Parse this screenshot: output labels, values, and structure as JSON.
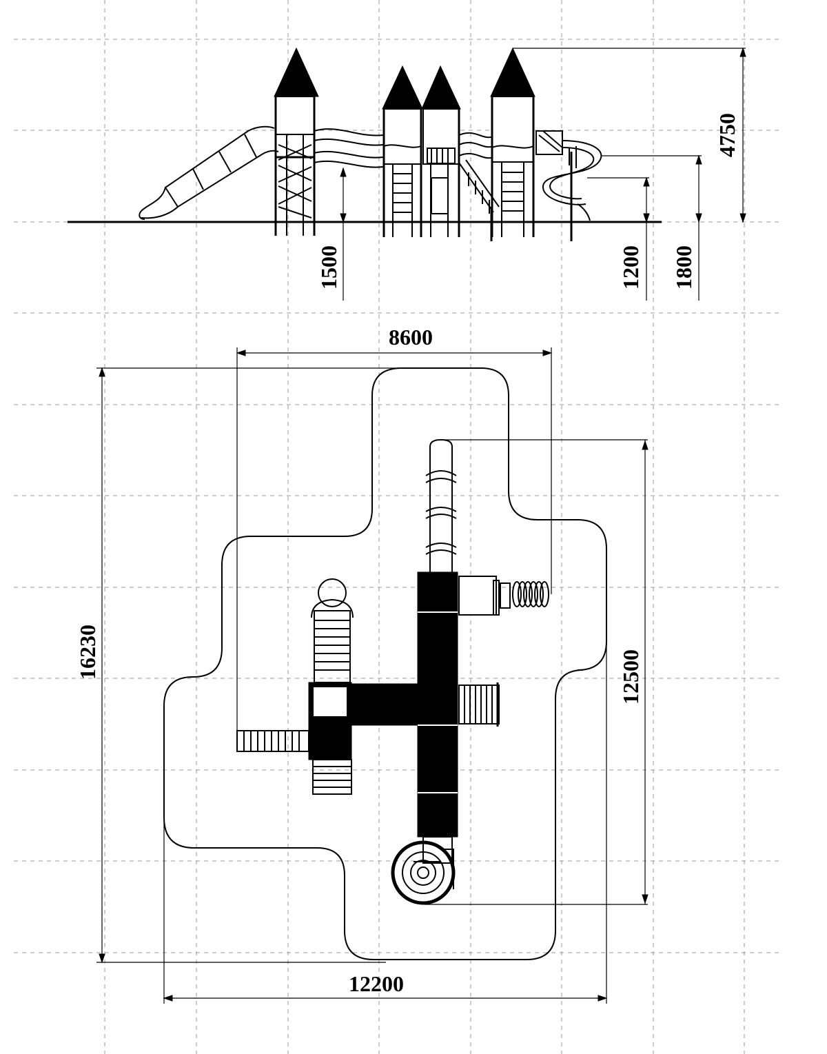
{
  "elevation_view": {
    "total_height": "4750",
    "platform_height_left": "1500",
    "slide_exit_height": "1200",
    "spiral_platform_height": "1800"
  },
  "plan_view": {
    "equipment_width": "8600",
    "safety_zone_height": "16230",
    "equipment_length": "12500",
    "safety_zone_width": "12200"
  }
}
